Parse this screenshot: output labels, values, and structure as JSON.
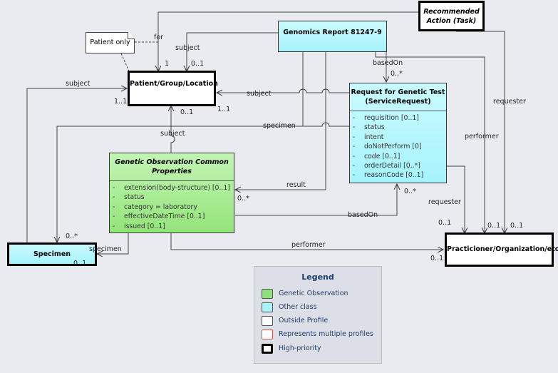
{
  "classes": {
    "patient": {
      "title": "Patient/Group/Location"
    },
    "genomics_report": {
      "title": "Genomics Report 81247-9"
    },
    "recommended_action": {
      "title_line1": "Recommended",
      "title_line2": "Action (Task)"
    },
    "service_request": {
      "title_line1": "Request for Genetic Test",
      "title_line2": "(ServiceRequest)",
      "attributes": [
        "requisition [0..1]",
        "status",
        "intent",
        "doNotPerform [0]",
        "code [0..1]",
        "orderDetail [0..*]",
        "reasonCode [0..1]"
      ]
    },
    "genetic_observation": {
      "title_line1": "Genetic Observation Common",
      "title_line2": "Properties",
      "attributes": [
        "extension(body-structure) [0..1]",
        "status",
        "category = laboratory",
        "effectiveDateTime [0..1]",
        "issued [0..1]"
      ]
    },
    "specimen": {
      "title": "Specimen"
    },
    "practitioner": {
      "title": "Practicioner/Organization/etc"
    }
  },
  "note": {
    "text": "Patient only"
  },
  "labels": {
    "for": "for",
    "one_for": "1",
    "subject_report": "subject",
    "zero_one_report_subject": "0..1",
    "based_on_report": "basedOn",
    "zero_many_based_on": "0..*",
    "subject_left": "subject",
    "one_one_left": "1..1",
    "subject_request": "subject",
    "one_one_request": "1..1",
    "zero_one_obs_subject": "0..1",
    "subject_obs": "subject",
    "specimen_top": "specimen",
    "result": "result",
    "zero_many_result": "0..*",
    "based_on_obs": "basedOn",
    "zero_many_obs_based_on": "0..*",
    "requester_task": "requester",
    "performer_report": "performer",
    "requester_request": "requester",
    "zero_one_requester": "0..1",
    "zero_one_performer": "0..1",
    "zero_one_task_requester": "0..1",
    "performer_obs": "performer",
    "zero_one_obs_performer": "0..1",
    "specimen_obs": "specimen",
    "zero_one_specimen": "0..1",
    "zero_many_specimen": "0..*"
  },
  "legend": {
    "title": "Legend",
    "items": [
      {
        "label": "Genetic Observation",
        "color": "#8fe07a"
      },
      {
        "label": "Other class",
        "color": "#a9f3fb"
      },
      {
        "label": "Outside Profile",
        "color": "#ffffff"
      },
      {
        "label": "Represents multiple profiles",
        "color": "#ffffff",
        "border": "#d9534f"
      },
      {
        "label": "High-priority",
        "color": "#ffffff",
        "border": "#000000",
        "heavy": true
      }
    ]
  }
}
